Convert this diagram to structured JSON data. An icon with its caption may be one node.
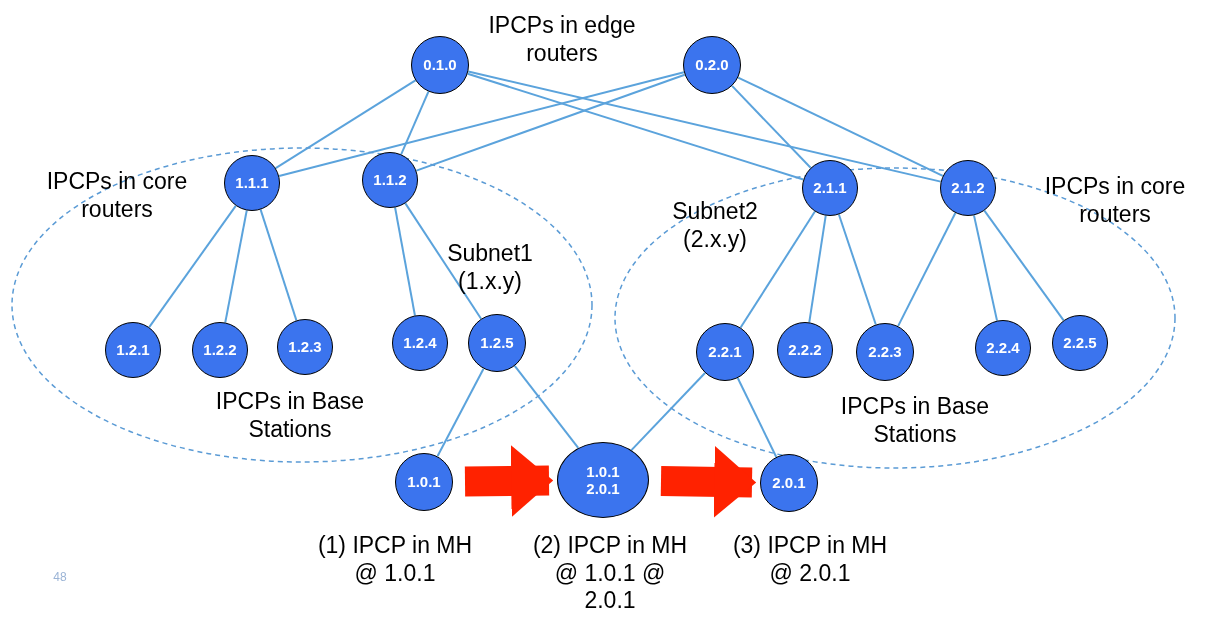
{
  "diagram": {
    "nodes": [
      {
        "text": [
          "IPCPs in core routers",
          "Subnet1 (1.x.y)",
          "IPCPs in Base Stations"
        ]
      },
      {
        "text": [
          "Subnet2 (2.x.y)",
          "IPCPs in core routers",
          "IPCPs in Base Stations"
        ]
      },
      {
        "text": [
          "0.1.0"
        ]
      },
      {
        "text": [
          "0.2.0"
        ]
      },
      {
        "text": [
          "1.1.1"
        ],
        "in": 0
      },
      {
        "text": [
          "1.1.2"
        ],
        "in": 0
      },
      {
        "text": [
          "2.1.1"
        ],
        "in": 1
      },
      {
        "text": [
          "2.1.2"
        ],
        "in": 1
      },
      {
        "text": [
          "1.2.1"
        ],
        "in": 0
      },
      {
        "text": [
          "1.2.2"
        ],
        "in": 0
      },
      {
        "text": [
          "1.2.3"
        ],
        "in": 0
      },
      {
        "text": [
          "1.2.4"
        ],
        "in": 0
      },
      {
        "text": [
          "1.2.5"
        ],
        "in": 0
      },
      {
        "text": [
          "2.2.1"
        ],
        "in": 1
      },
      {
        "text": [
          "2.2.2"
        ],
        "in": 1
      },
      {
        "text": [
          "2.2.3"
        ],
        "in": 1
      },
      {
        "text": [
          "2.2.4"
        ],
        "in": 1
      },
      {
        "text": [
          "2.2.5"
        ],
        "in": 1
      },
      {
        "text": [
          "1.0.1"
        ],
        "beside": [
          "(1) IPCP in MH @ 1.0.1"
        ]
      },
      {
        "text": [
          "1.0.1 2.0.1"
        ],
        "beside": [
          "(2) IPCP in MH @ 1.0.1 @ 2.0.1"
        ]
      },
      {
        "text": [
          "2.0.1"
        ],
        "beside": [
          "(3) IPCP in MH @ 2.0.1"
        ]
      }
    ],
    "edges": [
      {
        "from": 2,
        "to": 4,
        "arrow": "none"
      },
      {
        "from": 2,
        "to": 5,
        "arrow": "none"
      },
      {
        "from": 2,
        "to": 6,
        "arrow": "none"
      },
      {
        "from": 2,
        "to": 7,
        "arrow": "none"
      },
      {
        "from": 3,
        "to": 4,
        "arrow": "none"
      },
      {
        "from": 3,
        "to": 5,
        "arrow": "none"
      },
      {
        "from": 3,
        "to": 6,
        "arrow": "none"
      },
      {
        "from": 3,
        "to": 7,
        "arrow": "none"
      },
      {
        "from": 4,
        "to": 8,
        "arrow": "none"
      },
      {
        "from": 4,
        "to": 9,
        "arrow": "none"
      },
      {
        "from": 4,
        "to": 10,
        "arrow": "none"
      },
      {
        "from": 5,
        "to": 11,
        "arrow": "none"
      },
      {
        "from": 5,
        "to": 12,
        "arrow": "none"
      },
      {
        "from": 6,
        "to": 13,
        "arrow": "none"
      },
      {
        "from": 6,
        "to": 14,
        "arrow": "none"
      },
      {
        "from": 6,
        "to": 15,
        "arrow": "none"
      },
      {
        "from": 7,
        "to": 15,
        "arrow": "none"
      },
      {
        "from": 7,
        "to": 16,
        "arrow": "none"
      },
      {
        "from": 7,
        "to": 17,
        "arrow": "none"
      },
      {
        "from": 12,
        "to": 18,
        "arrow": "none"
      },
      {
        "from": 12,
        "to": 19,
        "arrow": "none"
      },
      {
        "from": 13,
        "to": 19,
        "arrow": "none"
      },
      {
        "from": 13,
        "to": 20,
        "arrow": "none"
      },
      {
        "from": 18,
        "to": 19,
        "arrow": "to",
        "style": "thick",
        "color": "#ff2200"
      },
      {
        "from": 19,
        "to": 20,
        "arrow": "to",
        "style": "thick",
        "color": "#ff2200"
      }
    ],
    "labels": [
      "IPCPs in edge routers",
      "48"
    ]
  }
}
